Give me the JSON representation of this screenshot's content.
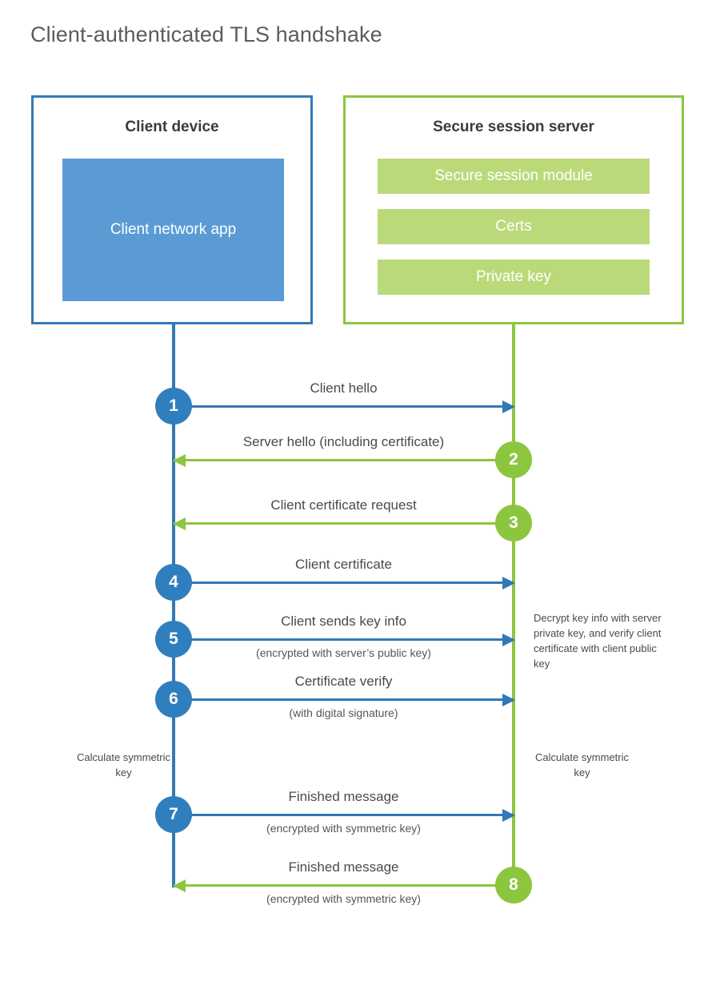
{
  "title": "Client-authenticated TLS handshake",
  "colors": {
    "client_accent": "#3279b7",
    "client_badge": "#2f7fbf",
    "client_app_fill": "#5b9bd5",
    "server_accent": "#8cc63f",
    "server_bar_fill": "#bada7a",
    "title_text": "#5c5c5c",
    "body_text": "#4a4a4a",
    "background": "#ffffff"
  },
  "client": {
    "title": "Client device",
    "app_label": "Client network app",
    "calculate_note": "Calculate symmetric key"
  },
  "server": {
    "title": "Secure session server",
    "components": [
      {
        "label": "Secure session module"
      },
      {
        "label": "Certs"
      },
      {
        "label": "Private key"
      }
    ],
    "decrypt_note": "Decrypt key info with server private key, and verify client certificate with client public key",
    "calculate_note": "Calculate symmetric key"
  },
  "messages": [
    {
      "number": "1",
      "label": "Client hello",
      "sublabel": "",
      "direction": "client-to-server",
      "origin": "client"
    },
    {
      "number": "2",
      "label": "Server hello (including certificate)",
      "sublabel": "",
      "direction": "server-to-client",
      "origin": "server"
    },
    {
      "number": "3",
      "label": "Client certificate request",
      "sublabel": "",
      "direction": "server-to-client",
      "origin": "server"
    },
    {
      "number": "4",
      "label": "Client certificate",
      "sublabel": "",
      "direction": "client-to-server",
      "origin": "client"
    },
    {
      "number": "5",
      "label": "Client sends key info",
      "sublabel": "(encrypted with server’s public key)",
      "direction": "client-to-server",
      "origin": "client"
    },
    {
      "number": "6",
      "label": "Certificate verify",
      "sublabel": "(with digital signature)",
      "direction": "client-to-server",
      "origin": "client"
    },
    {
      "number": "7",
      "label": "Finished message",
      "sublabel": "(encrypted with symmetric key)",
      "direction": "client-to-server",
      "origin": "client"
    },
    {
      "number": "8",
      "label": "Finished message",
      "sublabel": "(encrypted with symmetric key)",
      "direction": "server-to-client",
      "origin": "server"
    }
  ]
}
